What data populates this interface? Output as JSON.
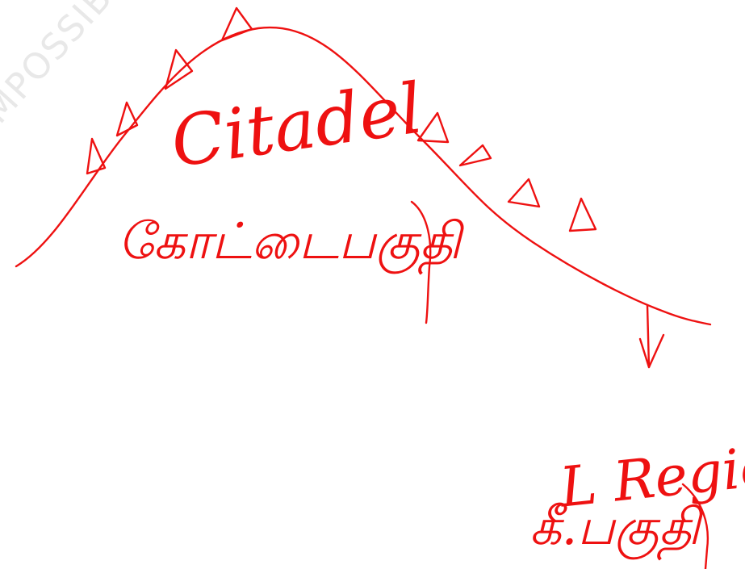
{
  "watermark": {
    "text": "IMPOSSIBLE I"
  },
  "diagram": {
    "colors": {
      "ink": "#ee1111",
      "watermark": "#e8e8e8",
      "background": "#ffffff"
    },
    "labels": {
      "main": "Citadel",
      "main_tamil": "கோட்டைபகுதி",
      "side": "L Region",
      "side_tamil": "கீ.பகுதி"
    },
    "symbols": {
      "left_slope_markers": "triangle-marker-icon",
      "right_slope_markers": "triangle-marker-icon",
      "pointer": "down-arrow-icon"
    }
  }
}
